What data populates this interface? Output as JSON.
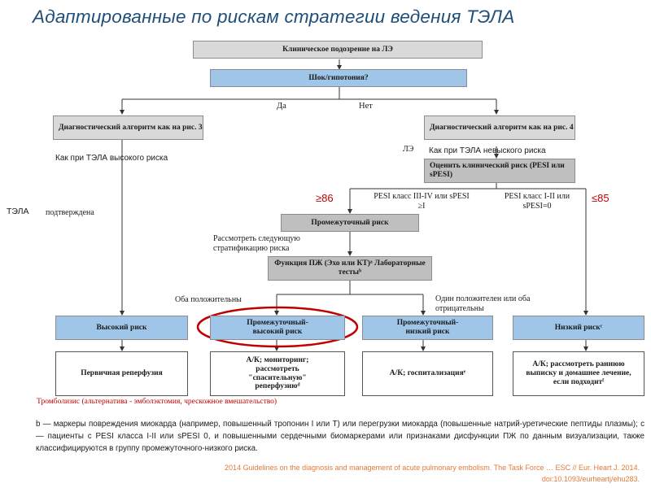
{
  "title": "Адаптированные по рискам стратегии ведения ТЭЛА",
  "nodes": {
    "suspicion": "Клиническое подозрение на ЛЭ",
    "shock": "Шок/гипотония?",
    "diag_left": "Диагностический алгоритм как на рис. 3",
    "diag_right": "Диагностический алгоритм как на рис. 4",
    "assess": "Оценить клинический риск (PESI или sPESI)",
    "intermediate": "Промежуточный риск",
    "function": "Функция ПЖ (Эхо или КТ)ᵃ Лабораторные тестыᵇ",
    "high": "Высокий риск",
    "int_high": "Промежуточный-высокий риск",
    "int_low": "Промежуточный-низкий риск",
    "low": "Низкий рискᶜ",
    "reperfusion": "Первичная реперфузия",
    "ak_monitor": "А/К; мониторинг; рассмотреть \"спасительную\" реперфузиюᵈ",
    "ak_hosp": "А/К; госпитализацияᵉ",
    "ak_early": "А/К; рассмотреть раннюю выписку и домашнее лечение, если подходитᶠ"
  },
  "labels": {
    "yes": "Да",
    "no": "Нет",
    "as_high": "Как при ТЭЛА высокого риска",
    "le": "ЛЭ",
    "as_nonhigh": "Как при ТЭЛА невыского риска",
    "tela": "ТЭЛА",
    "confirmed": "подтверждена",
    "ge86": "≥86",
    "le85": "≤85",
    "pesi_34": "PESI класс III-IV или sPESI ≥I",
    "pesi_12": "PESI класс I-II или sPESI=0",
    "consider": "Рассмотреть следующую стратификацию риска",
    "both_pos": "Оба положительны",
    "one_pos": "Один положителен или оба отрицательны",
    "thrombolysis": "Тромболизис (альтернатива - эмболэктомия, чрескожное вмешательство)"
  },
  "footnote": "b — маркеры повреждения миокарда (например, повышенный тропонин I или T) или перегрузки миокарда (повышенные натрий-уретические пептиды плазмы); c — пациенты с PESI класса I-II или sPESI 0, и повышенными сердечными биомаркерами или признаками дисфункции ПЖ по данным визуализации, также классифицируются в группу промежуточного-низкого риска.",
  "reference": {
    "line1": "2014 Guidelines on the diagnosis and management of acute pulmonary embolism. The Task Force … ESC // Eur. Heart J. 2014.",
    "line2": "doi:10.1093/eurheartj/ehu283."
  },
  "colors": {
    "title": "#1f4e79",
    "box_gray": "#bfbfbf",
    "box_blue": "#9fc5e8",
    "highlight": "#c00000",
    "ref": "#e07b39"
  }
}
